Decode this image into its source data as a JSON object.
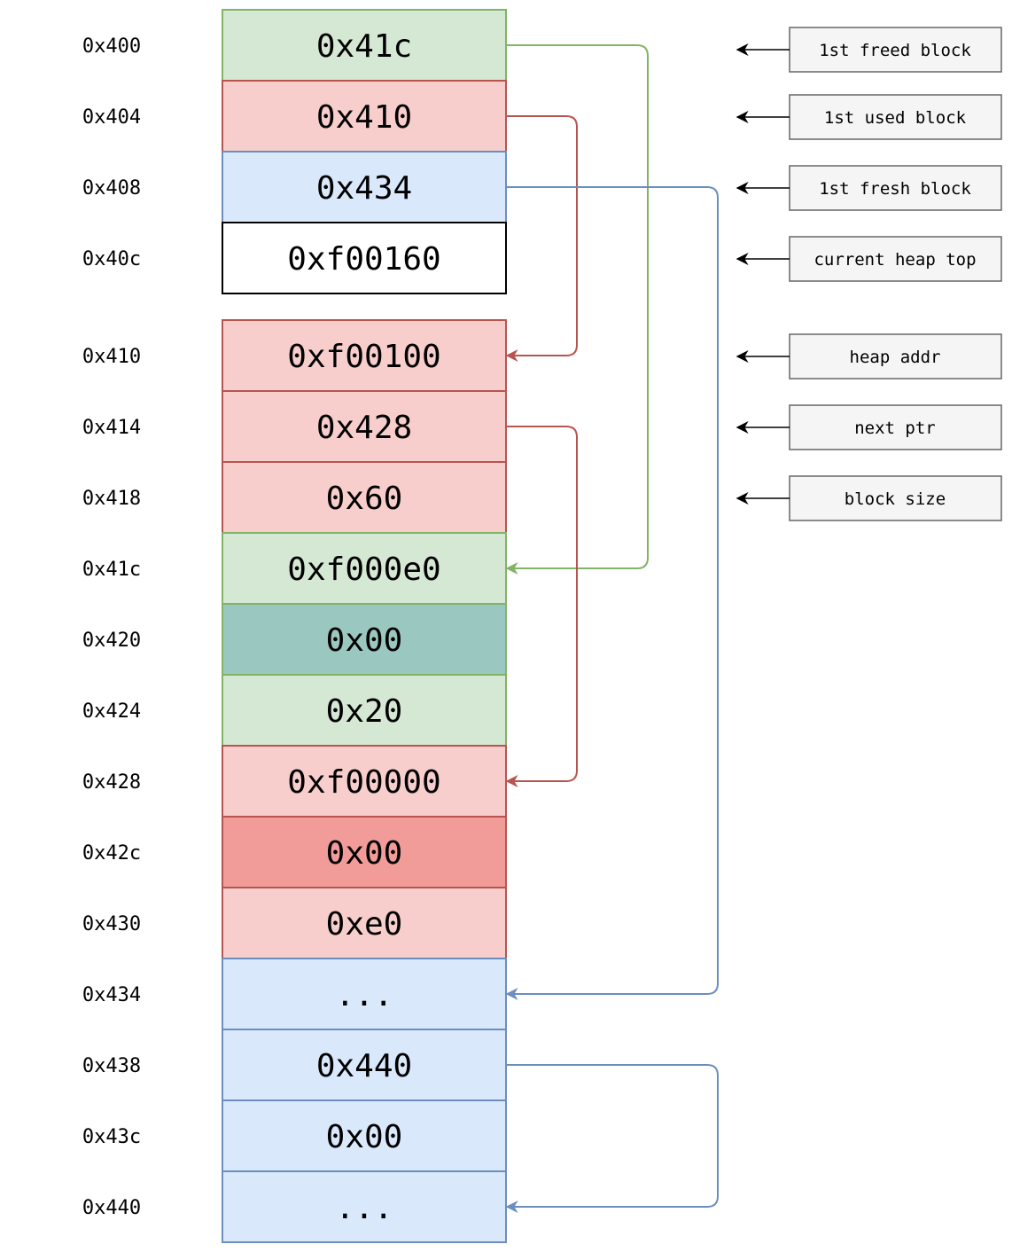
{
  "colors": {
    "green_fill": "#d5e8d4",
    "green_stroke": "#82b366",
    "red_fill": "#f8cecc",
    "red_stroke": "#b85450",
    "blue_fill": "#dae8fc",
    "blue_stroke": "#6c8ebf",
    "white_fill": "#ffffff",
    "white_stroke": "#000000",
    "teal_fill": "#9ac7bf",
    "dark_red_fill": "#f19c99",
    "legend_fill": "#f5f5f5",
    "legend_stroke": "#666666"
  },
  "cells": [
    {
      "address": "0x400",
      "value": "0x41c",
      "fill": "#d5e8d4",
      "stroke": "#82b366"
    },
    {
      "address": "0x404",
      "value": "0x410",
      "fill": "#f8cecc",
      "stroke": "#b85450"
    },
    {
      "address": "0x408",
      "value": "0x434",
      "fill": "#dae8fc",
      "stroke": "#6c8ebf"
    },
    {
      "address": "0x40c",
      "value": "0xf00160",
      "fill": "#ffffff",
      "stroke": "#000000"
    },
    {
      "address": "0x410",
      "value": "0xf00100",
      "fill": "#f8cecc",
      "stroke": "#b85450"
    },
    {
      "address": "0x414",
      "value": "0x428",
      "fill": "#f8cecc",
      "stroke": "#b85450"
    },
    {
      "address": "0x418",
      "value": "0x60",
      "fill": "#f8cecc",
      "stroke": "#b85450"
    },
    {
      "address": "0x41c",
      "value": "0xf000e0",
      "fill": "#d5e8d4",
      "stroke": "#82b366"
    },
    {
      "address": "0x420",
      "value": "0x00",
      "fill": "#9ac7bf",
      "stroke": "#82b366"
    },
    {
      "address": "0x424",
      "value": "0x20",
      "fill": "#d5e8d4",
      "stroke": "#82b366"
    },
    {
      "address": "0x428",
      "value": "0xf00000",
      "fill": "#f8cecc",
      "stroke": "#b85450"
    },
    {
      "address": "0x42c",
      "value": "0x00",
      "fill": "#f19c99",
      "stroke": "#b85450"
    },
    {
      "address": "0x430",
      "value": "0xe0",
      "fill": "#f8cecc",
      "stroke": "#b85450"
    },
    {
      "address": "0x434",
      "value": "...",
      "fill": "#dae8fc",
      "stroke": "#6c8ebf"
    },
    {
      "address": "0x438",
      "value": "0x440",
      "fill": "#dae8fc",
      "stroke": "#6c8ebf"
    },
    {
      "address": "0x43c",
      "value": "0x00",
      "fill": "#dae8fc",
      "stroke": "#6c8ebf"
    },
    {
      "address": "0x440",
      "value": "...",
      "fill": "#dae8fc",
      "stroke": "#6c8ebf"
    }
  ],
  "legend": [
    "1st freed block",
    "1st used block",
    "1st fresh block",
    "current heap top",
    "heap addr",
    "next ptr",
    "block size"
  ],
  "pointers": [
    {
      "from": "0x400",
      "to": "0x41c",
      "color": "#82b366"
    },
    {
      "from": "0x404",
      "to": "0x410",
      "color": "#b85450"
    },
    {
      "from": "0x408",
      "to": "0x434",
      "color": "#6c8ebf"
    },
    {
      "from": "0x414",
      "to": "0x428",
      "color": "#b85450"
    },
    {
      "from": "0x438",
      "to": "0x440",
      "color": "#6c8ebf"
    }
  ]
}
